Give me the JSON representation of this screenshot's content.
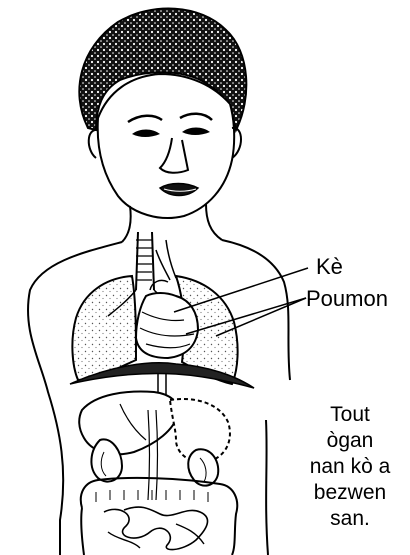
{
  "labels": {
    "heart": "Kè",
    "lungs": "Poumon"
  },
  "caption": {
    "lines": [
      "Tout",
      "ògan",
      "nan kò a",
      "bezwen",
      "san."
    ]
  }
}
